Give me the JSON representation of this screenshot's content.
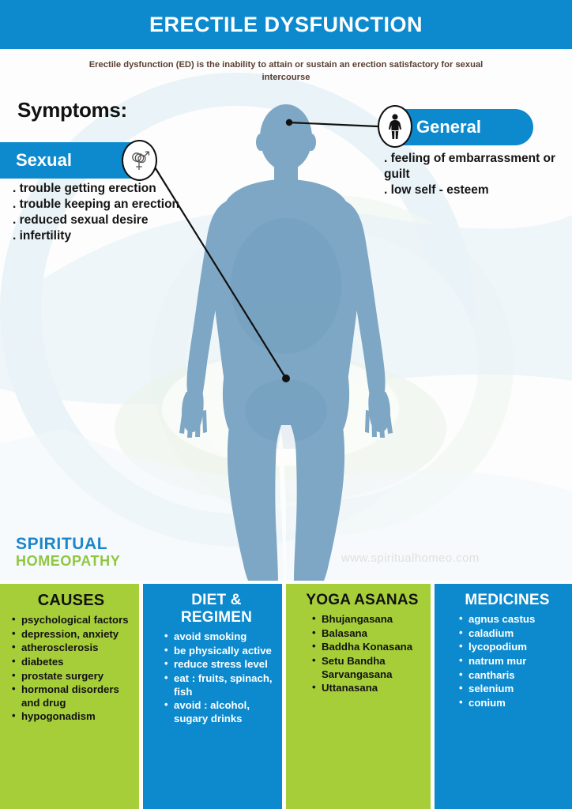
{
  "header": {
    "title": "ERECTILE DYSFUNCTION",
    "subtitle": "Erectile dysfunction (ED) is the inability to attain or sustain an erection satisfactory for sexual intercourse",
    "band_color": "#0d8ace",
    "subtitle_color": "#5a3f32"
  },
  "symptoms": {
    "heading": "Symptoms:",
    "groups": [
      {
        "label": "Sexual",
        "icon": "gender-symbols-icon",
        "items": [
          ". trouble getting erection",
          ". trouble keeping an erection",
          ". reduced sexual desire",
          ". infertility"
        ]
      },
      {
        "label": "General",
        "icon": "human-body-icon",
        "items": [
          ". feeling of embarrassment or guilt",
          ". low self - esteem"
        ]
      }
    ]
  },
  "brand": {
    "line1": "SPIRITUAL",
    "line2": "HOMEOPATHY",
    "line1_color": "#1b86c8",
    "line2_color": "#8ec63f",
    "website": "www.spiritualhomeo.com"
  },
  "panels": [
    {
      "id": "causes",
      "title": "CAUSES",
      "theme": "green",
      "color": "#a6ce39",
      "items": [
        "psychological factors",
        "depression, anxiety",
        "atherosclerosis",
        "diabetes",
        "prostate surgery",
        "hormonal disorders and drug",
        "hypogonadism"
      ]
    },
    {
      "id": "diet",
      "title": "DIET & REGIMEN",
      "theme": "blue",
      "color": "#0d8ace",
      "items": [
        "avoid smoking",
        "be physically active",
        "reduce stress level",
        "eat : fruits, spinach, fish",
        "avoid : alcohol, sugary drinks"
      ]
    },
    {
      "id": "yoga",
      "title": "YOGA ASANAS",
      "theme": "green",
      "color": "#a6ce39",
      "items": [
        "Bhujangasana",
        "Balasana",
        "Baddha Konasana",
        "Setu Bandha Sarvangasana",
        "Uttanasana"
      ]
    },
    {
      "id": "medicines",
      "title": "MEDICINES",
      "theme": "blue",
      "color": "#0d8ace",
      "items": [
        "agnus castus",
        "caladium",
        "lycopodium",
        "natrum mur",
        "cantharis",
        "selenium",
        "conium"
      ]
    }
  ],
  "figure": {
    "description": "human-body-silhouette",
    "body_color": "#7da7c4",
    "backdrop_color": "#e4eff5"
  }
}
